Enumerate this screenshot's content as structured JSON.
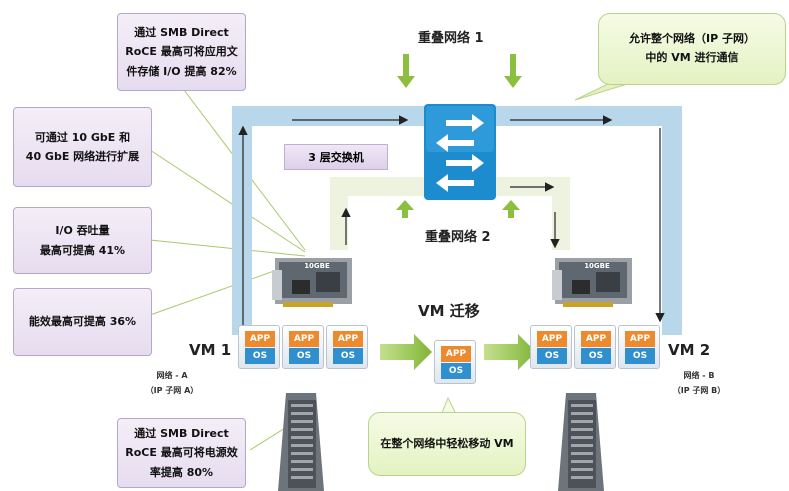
{
  "callouts": {
    "smb_roce_storage": "通过 SMB Direct\nRoCE 最高可将应用文\n件存储 I/O 提高 82%",
    "scale_10_40": "可通过 10 GbE 和\n40 GbE 网络进行扩展",
    "io_throughput": "I/O 吞吐量\n最高可提高 41%",
    "power_efficiency": "能效最高可提高 36%",
    "smb_roce_power": "通过 SMB Direct\nRoCE 最高可将电源效\n率提高 80%"
  },
  "green_callouts": {
    "whole_network": "允许整个网络（IP 子网）\n中的 VM 进行通信",
    "move_vm": "在整个网络中轻松移动 VM"
  },
  "labels": {
    "overlay_1": "重叠网络 1",
    "overlay_2": "重叠网络 2",
    "switch": "3 层交换机",
    "vm_migration": "VM 迁移",
    "vm1": "VM 1",
    "vm2": "VM 2",
    "network_a": "网络 - A\n（IP 子网 A）",
    "network_b": "网络 - B\n（IP 子网 B）",
    "nic_left": "10GBE",
    "nic_right": "10GBE"
  },
  "vm_box": {
    "app": "APP",
    "os": "OS"
  },
  "colors": {
    "outer_loop": "#b9d7ea",
    "inner_loop": "#eef3e0",
    "switch_blue": "#1d8ccf",
    "green_arrow": "#8cbf3f",
    "callout_border": "#b7a6cc"
  }
}
